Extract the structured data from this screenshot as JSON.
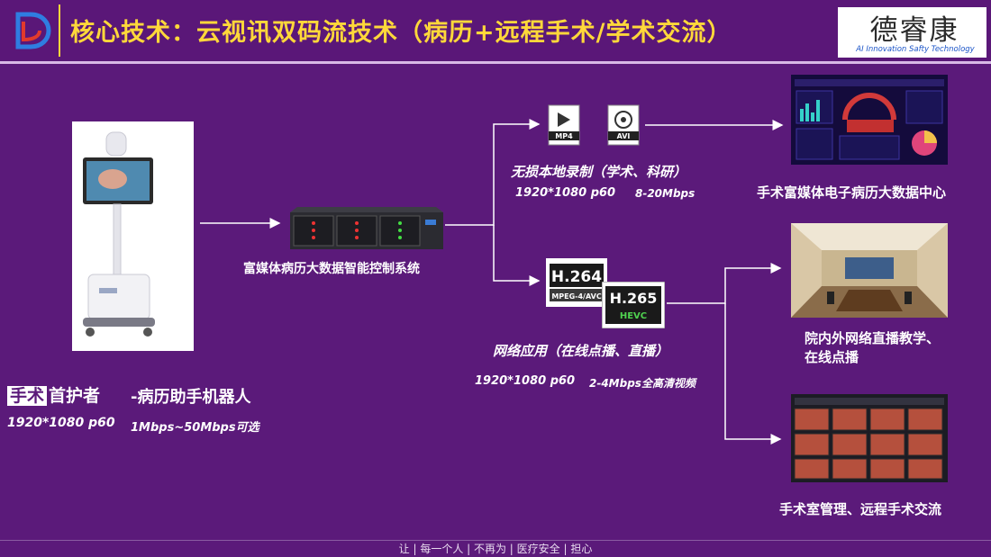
{
  "header": {
    "title": "核心技术：云视讯双码流技术（病历+远程手术/学术交流）",
    "brand_name": "德睿康",
    "brand_tagline": "AI Innovation Safty Technology"
  },
  "robot": {
    "brand_boxed": [
      "手术",
      "首护者"
    ],
    "name": "-病历助手机器人",
    "spec_resolution": "1920*1080  p60",
    "spec_bitrate": "1Mbps~50Mbps可选"
  },
  "controller": {
    "label": "富媒体病历大数据智能控制系统"
  },
  "recording": {
    "icon_mp4": "MP4",
    "icon_avi": "AVI",
    "label": "无损本地录制（学术、科研）",
    "spec_resolution": "1920*1080  p60",
    "spec_bitrate": "8-20Mbps"
  },
  "network": {
    "codec_1": "H.264",
    "codec_1_sub": "MPEG-4/AVC",
    "codec_2": "H.265",
    "codec_2_sub": "HEVC",
    "label": "网络应用（在线点播、直播）",
    "spec_resolution": "1920*1080  p60",
    "spec_bitrate": "2-4Mbps全高清视频"
  },
  "outputs": {
    "data_center": "手术富媒体电子病历大数据中心",
    "live_teaching": "院内外网络直播教学、在线点播",
    "or_management": "手术室管理、远程手术交流"
  },
  "footer": {
    "text": "让 | 每一个人 | 不再为 | 医疗安全 | 担心"
  },
  "colors": {
    "background": "#5b1a7a",
    "title": "#ffd83a",
    "text": "#ffffff",
    "brand_blue": "#1c55c8"
  }
}
